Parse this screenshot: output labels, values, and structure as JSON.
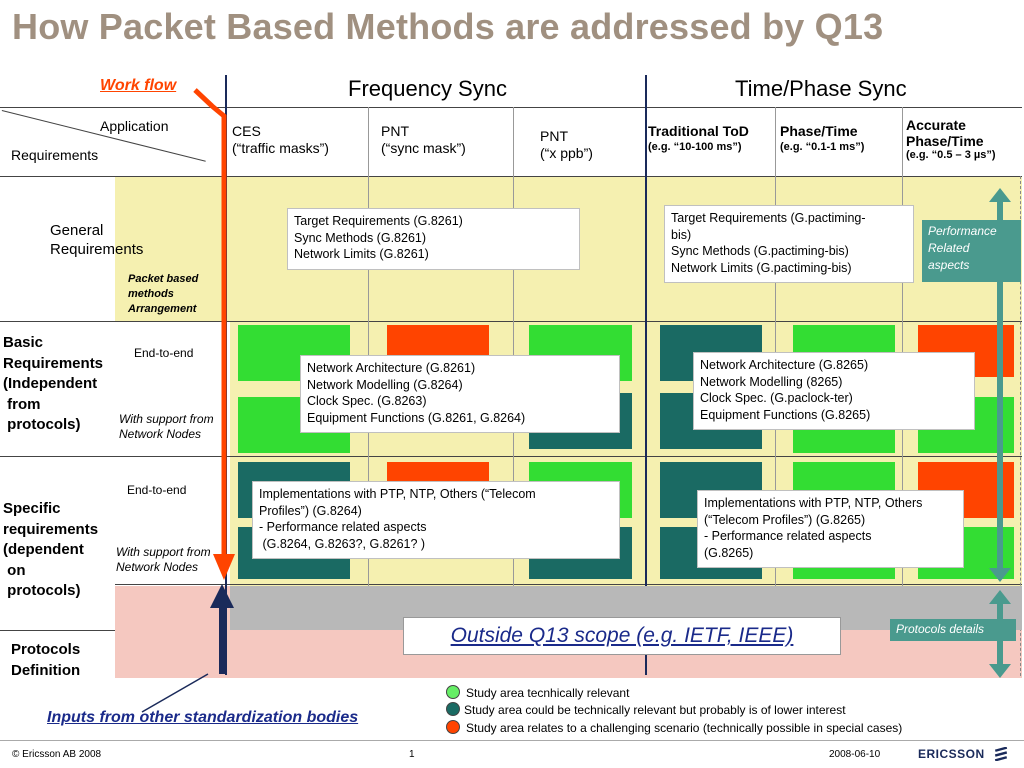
{
  "title": "How Packet Based Methods are addressed by Q13",
  "workflow_label": "Work flow",
  "headers": {
    "frequency_sync": "Frequency Sync",
    "time_phase_sync": "Time/Phase Sync",
    "application": "Application",
    "requirements": "Requirements"
  },
  "columns": {
    "ces": [
      "CES",
      "(“traffic masks”)"
    ],
    "pnt1": [
      "PNT",
      "(“sync mask”)"
    ],
    "pnt2": [
      "PNT",
      "(“x ppb”)"
    ],
    "tod": [
      "Traditional ToD",
      "(e.g. “10-100 ms”)"
    ],
    "phase": [
      "Phase/Time",
      "(e.g. “0.1-1 ms”)"
    ],
    "accurate": [
      "Accurate",
      "Phase/Time",
      "(e.g. “0.5 – 3 µs”)"
    ]
  },
  "rows": {
    "general": [
      "General",
      "Requirements"
    ],
    "packet_based": [
      "Packet based",
      "methods",
      "Arrangement"
    ],
    "basic": [
      "Basic",
      "Requirements",
      "(Independent",
      " from",
      " protocols)"
    ],
    "specific": [
      "Specific",
      "requirements",
      "(dependent",
      " on",
      " protocols)"
    ],
    "protocols": [
      "Protocols",
      "Definition"
    ],
    "end_to_end_1": "End-to-end",
    "support_1": [
      "With support from",
      "Network Nodes"
    ],
    "end_to_end_2": "End-to-end",
    "support_2": [
      "With support from",
      "Network Nodes"
    ]
  },
  "boxes": {
    "freq_general": [
      "Target Requirements (G.8261)",
      "Sync Methods (G.8261)",
      "Network Limits (G.8261)"
    ],
    "time_general": [
      "Target Requirements (G.pactiming-",
      "bis)",
      "Sync Methods (G.pactiming-bis)",
      "Network Limits (G.pactiming-bis)"
    ],
    "freq_basic": [
      "Network Architecture (G.8261)",
      "Network Modelling (G.8264)",
      "Clock Spec. (G.8263)",
      "Equipment Functions (G.8261, G.8264)"
    ],
    "time_basic": [
      "Network Architecture (G.8265)",
      "Network Modelling (8265)",
      "Clock Spec. (G.paclock-ter)",
      "Equipment Functions (G.8265)"
    ],
    "freq_specific": [
      "Implementations with PTP, NTP, Others  (“Telecom",
      "Profiles”) (G.8264)",
      "- Performance related aspects",
      " (G.8264, G.8263?, G.8261? )"
    ],
    "time_specific": [
      "Implementations with PTP, NTP, Others",
      "(“Telecom Profiles”) (G.8265)",
      "- Performance related aspects",
      "(G.8265)"
    ]
  },
  "performance_label": [
    "Performance",
    "Related",
    "aspects"
  ],
  "protocols_details": "Protocols details",
  "outside_scope": "Outside Q13 scope (e.g. IETF, IEEE)",
  "inputs_label": "Inputs from other standardization bodies",
  "legend": [
    {
      "color": "#66ee66",
      "text": "Study area tecnhically relevant"
    },
    {
      "color": "#1a6a63",
      "text": "Study area could be technically relevant but probably is of lower interest"
    },
    {
      "color": "#ff4400",
      "text": "Study area relates to a challenging scenario (technically possible in special cases)"
    }
  ],
  "footer": {
    "copyright": "© Ericsson AB 2008",
    "page": "1",
    "date": "2008-06-10",
    "brand": "ERICSSON"
  },
  "colors": {
    "title": "#a09080",
    "yellow_area": "#f5f0b0",
    "pink_area": "#f5c8c0",
    "gray_area": "#b8b8b8",
    "green": "#33dd33",
    "red": "#ff4400",
    "teal": "#1a6a63",
    "orange_arrow": "#ff4400",
    "navy_arrow": "#1a2a5a",
    "workflow_text": "#ff4400",
    "inputs_text": "#1a2a8a"
  }
}
